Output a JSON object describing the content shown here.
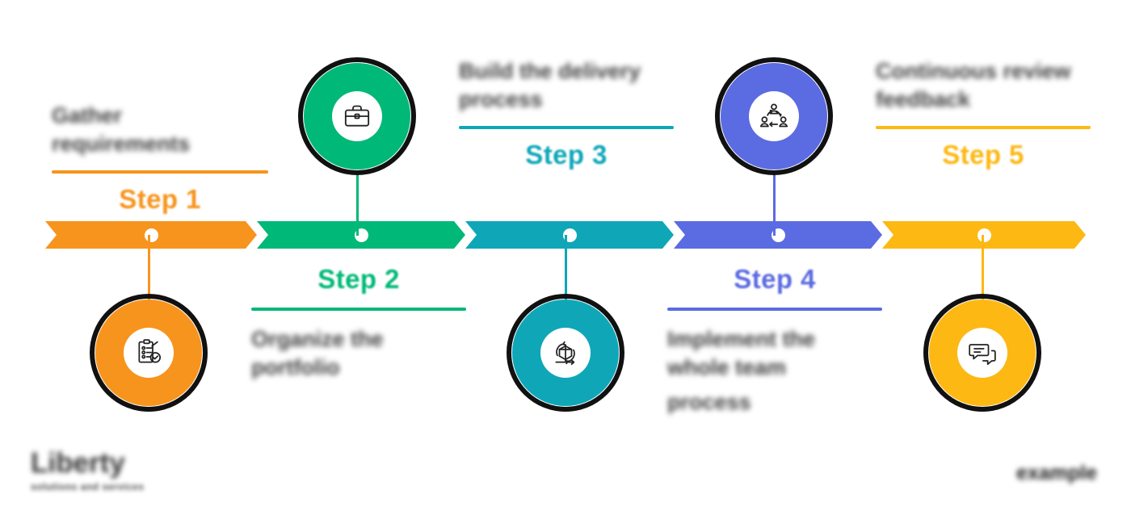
{
  "meta": {
    "title": "Five Step Process Timeline",
    "background": "#ffffff"
  },
  "timeline": {
    "bar": {
      "segments": [
        {
          "step": 1,
          "color": "#F7941D"
        },
        {
          "step": 2,
          "color": "#00B878"
        },
        {
          "step": 3,
          "color": "#0FA7B8"
        },
        {
          "step": 4,
          "color": "#5B6BE1"
        },
        {
          "step": 5,
          "color": "#FDB813"
        }
      ]
    },
    "steps": [
      {
        "step_label": "Step 1",
        "color": "#F7941D",
        "icon": "clipboard-checklist-icon",
        "position": "below",
        "description_line1": "Gather",
        "description_line2": "requirements"
      },
      {
        "step_label": "Step 2",
        "color": "#00B878",
        "icon": "briefcase-icon",
        "position": "above",
        "description_line1": "Organize the",
        "description_line2": "portfolio"
      },
      {
        "step_label": "Step 3",
        "color": "#0FA7B8",
        "icon": "box-rotate-arrows-icon",
        "position": "below",
        "description_line1": "Build the delivery",
        "description_line2": "process"
      },
      {
        "step_label": "Step 4",
        "color": "#5B6BE1",
        "icon": "team-network-icon",
        "position": "above",
        "description_line1": "Implement the",
        "description_line2": "whole team",
        "description_line3": "process"
      },
      {
        "step_label": "Step 5",
        "color": "#FDB813",
        "icon": "chat-bubbles-icon",
        "position": "below",
        "description_line1": "Continuous review",
        "description_line2": "feedback"
      }
    ]
  },
  "footer": {
    "logo_main": "Liberty",
    "logo_sub": "solutions and services",
    "credit": "example"
  }
}
